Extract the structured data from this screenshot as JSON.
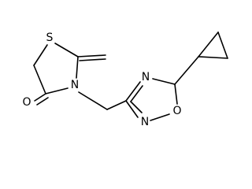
{
  "molecule": {
    "atoms": {
      "sulfur": "S",
      "ring_nitrogen": "N",
      "carbonyl_oxygen": "O",
      "oxadiazole_nitrogen_top": "N",
      "oxadiazole_nitrogen_bottom": "N",
      "oxadiazole_oxygen": "O"
    }
  }
}
